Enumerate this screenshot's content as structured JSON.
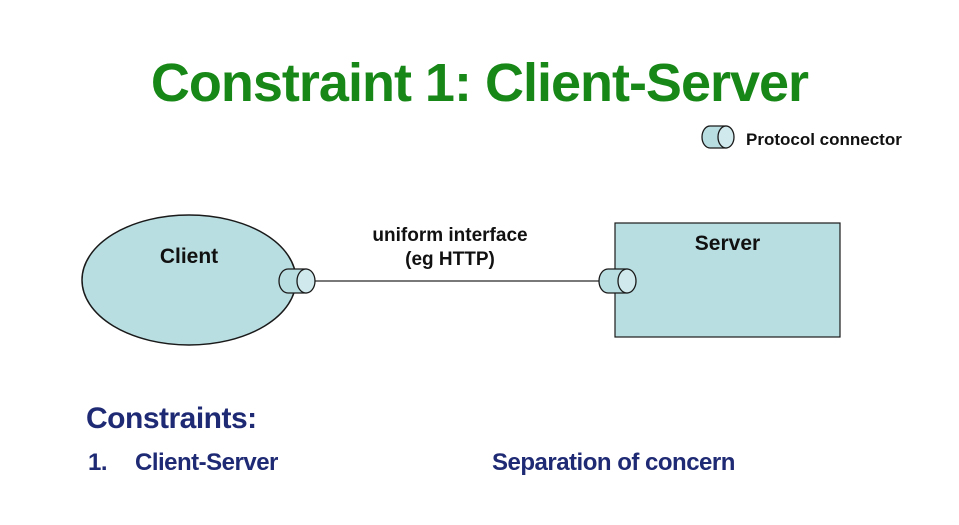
{
  "title": {
    "text": "Constraint 1: Client-Server",
    "color": "#178717"
  },
  "legend": {
    "icon": "protocol-connector-cylinder-icon",
    "label": "Protocol connector"
  },
  "diagram": {
    "client": {
      "label": "Client",
      "shape": "ellipse"
    },
    "server": {
      "label": "Server",
      "shape": "rectangle"
    },
    "connection": {
      "label_line1": "uniform interface",
      "label_line2": "(eg HTTP)"
    },
    "colors": {
      "node_fill": "#b9dee2",
      "node_stroke": "#1a1a1a",
      "connector_end_fill": "#cfe9ec",
      "connection_line": "#4d4d4d"
    }
  },
  "constraints": {
    "heading": "Constraints:",
    "text_color": "#1f2a74",
    "items": [
      {
        "number": "1.",
        "name": "Client-Server",
        "benefit": "Separation of concern"
      }
    ]
  }
}
